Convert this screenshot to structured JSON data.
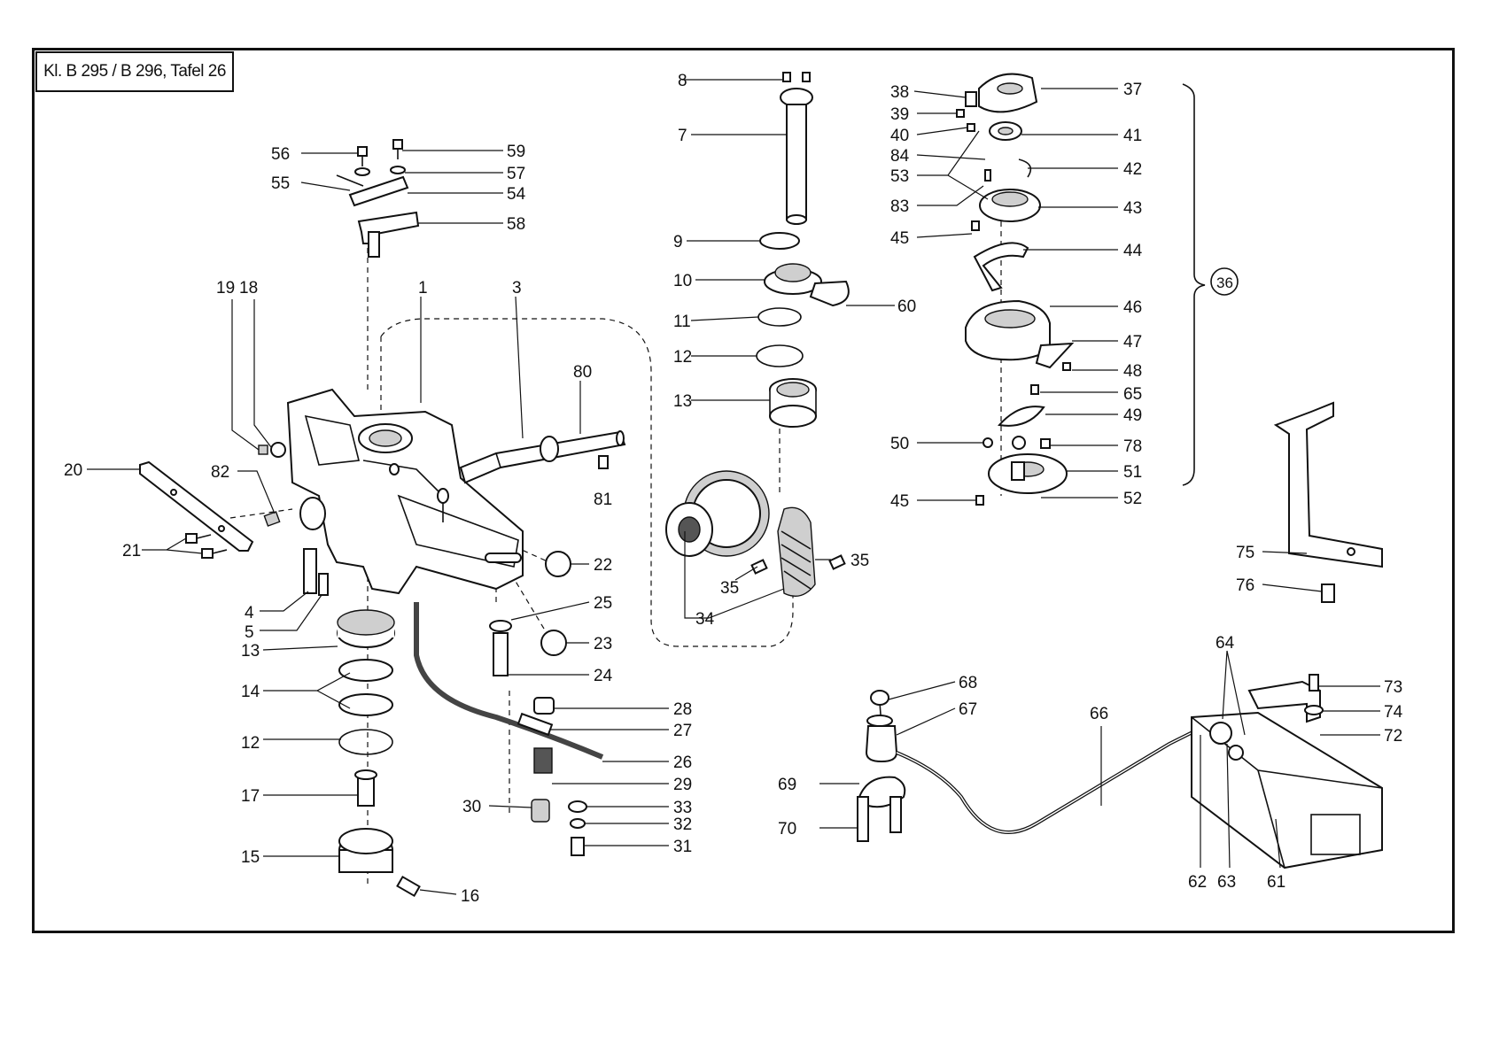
{
  "sheet": {
    "title": "Kl. B 295 / B 296, Tafel 26",
    "group_label": "36"
  },
  "callouts": [
    {
      "id": "p1",
      "text": "1"
    },
    {
      "id": "p3",
      "text": "3"
    },
    {
      "id": "p4",
      "text": "4"
    },
    {
      "id": "p5",
      "text": "5"
    },
    {
      "id": "p7",
      "text": "7"
    },
    {
      "id": "p8",
      "text": "8"
    },
    {
      "id": "p9",
      "text": "9"
    },
    {
      "id": "p10",
      "text": "10"
    },
    {
      "id": "p11",
      "text": "11"
    },
    {
      "id": "p12a",
      "text": "12"
    },
    {
      "id": "p12b",
      "text": "12"
    },
    {
      "id": "p13a",
      "text": "13"
    },
    {
      "id": "p13b",
      "text": "13"
    },
    {
      "id": "p14",
      "text": "14"
    },
    {
      "id": "p15",
      "text": "15"
    },
    {
      "id": "p16",
      "text": "16"
    },
    {
      "id": "p17",
      "text": "17"
    },
    {
      "id": "p18",
      "text": "18"
    },
    {
      "id": "p19",
      "text": "19"
    },
    {
      "id": "p20",
      "text": "20"
    },
    {
      "id": "p21",
      "text": "21"
    },
    {
      "id": "p22",
      "text": "22"
    },
    {
      "id": "p23",
      "text": "23"
    },
    {
      "id": "p24",
      "text": "24"
    },
    {
      "id": "p25",
      "text": "25"
    },
    {
      "id": "p26",
      "text": "26"
    },
    {
      "id": "p27",
      "text": "27"
    },
    {
      "id": "p28",
      "text": "28"
    },
    {
      "id": "p29",
      "text": "29"
    },
    {
      "id": "p30",
      "text": "30"
    },
    {
      "id": "p31",
      "text": "31"
    },
    {
      "id": "p32",
      "text": "32"
    },
    {
      "id": "p33",
      "text": "33"
    },
    {
      "id": "p34",
      "text": "34"
    },
    {
      "id": "p35a",
      "text": "35"
    },
    {
      "id": "p35b",
      "text": "35"
    },
    {
      "id": "p37",
      "text": "37"
    },
    {
      "id": "p38",
      "text": "38"
    },
    {
      "id": "p39",
      "text": "39"
    },
    {
      "id": "p40",
      "text": "40"
    },
    {
      "id": "p41",
      "text": "41"
    },
    {
      "id": "p42",
      "text": "42"
    },
    {
      "id": "p43",
      "text": "43"
    },
    {
      "id": "p44",
      "text": "44"
    },
    {
      "id": "p45a",
      "text": "45"
    },
    {
      "id": "p45b",
      "text": "45"
    },
    {
      "id": "p46",
      "text": "46"
    },
    {
      "id": "p47",
      "text": "47"
    },
    {
      "id": "p48",
      "text": "48"
    },
    {
      "id": "p49",
      "text": "49"
    },
    {
      "id": "p50",
      "text": "50"
    },
    {
      "id": "p51",
      "text": "51"
    },
    {
      "id": "p52",
      "text": "52"
    },
    {
      "id": "p53",
      "text": "53"
    },
    {
      "id": "p54",
      "text": "54"
    },
    {
      "id": "p55",
      "text": "55"
    },
    {
      "id": "p56",
      "text": "56"
    },
    {
      "id": "p57",
      "text": "57"
    },
    {
      "id": "p58",
      "text": "58"
    },
    {
      "id": "p59",
      "text": "59"
    },
    {
      "id": "p60",
      "text": "60"
    },
    {
      "id": "p61",
      "text": "61"
    },
    {
      "id": "p62",
      "text": "62"
    },
    {
      "id": "p63",
      "text": "63"
    },
    {
      "id": "p64",
      "text": "64"
    },
    {
      "id": "p65",
      "text": "65"
    },
    {
      "id": "p66",
      "text": "66"
    },
    {
      "id": "p67",
      "text": "67"
    },
    {
      "id": "p68",
      "text": "68"
    },
    {
      "id": "p69",
      "text": "69"
    },
    {
      "id": "p70",
      "text": "70"
    },
    {
      "id": "p72",
      "text": "72"
    },
    {
      "id": "p73",
      "text": "73"
    },
    {
      "id": "p74",
      "text": "74"
    },
    {
      "id": "p75",
      "text": "75"
    },
    {
      "id": "p76",
      "text": "76"
    },
    {
      "id": "p78",
      "text": "78"
    },
    {
      "id": "p80",
      "text": "80"
    },
    {
      "id": "p81",
      "text": "81"
    },
    {
      "id": "p82",
      "text": "82"
    },
    {
      "id": "p83",
      "text": "83"
    },
    {
      "id": "p84",
      "text": "84"
    }
  ]
}
